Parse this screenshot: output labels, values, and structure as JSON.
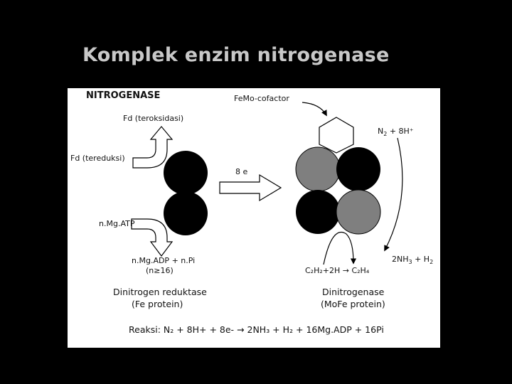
{
  "slide": {
    "title": "Komplek enzim nitrogenase"
  },
  "diagram": {
    "heading": "NITROGENASE",
    "femo_cofactor": "FeMo-cofactor",
    "fd_oxidized": "Fd (teroksidasi)",
    "fd_reduced": "Fd (tereduksi)",
    "electrons": "8 e",
    "n2_prefix": "N",
    "n2_sub": "2",
    "n2_suffix": " + 8H⁺",
    "mgatp": "n.Mg.ATP",
    "mgadp_line1": "n.Mg.ADP + n.Pi",
    "mgadp_line2": "(n≥16)",
    "acetylene": "C₂H₂+2H → C₂H₄",
    "nh3_prefix": "2NH",
    "nh3_sub": "3",
    "nh3_mid": " + H",
    "nh3_sub2": "2",
    "fe_protein_line1": "Dinitrogen reduktase",
    "fe_protein_line2": "(Fe protein)",
    "mofe_protein_line1": "Dinitrogenase",
    "mofe_protein_line2": "(MoFe protein)",
    "reaction": "Reaksi: N₂ + 8H+ + 8e- → 2NH₃ + H₂ + 16Mg.ADP + 16Pi",
    "colors": {
      "fe_subunit": "#000000",
      "mofe_gray": "#7f7f7f",
      "cofactor": "#ffffff"
    }
  }
}
